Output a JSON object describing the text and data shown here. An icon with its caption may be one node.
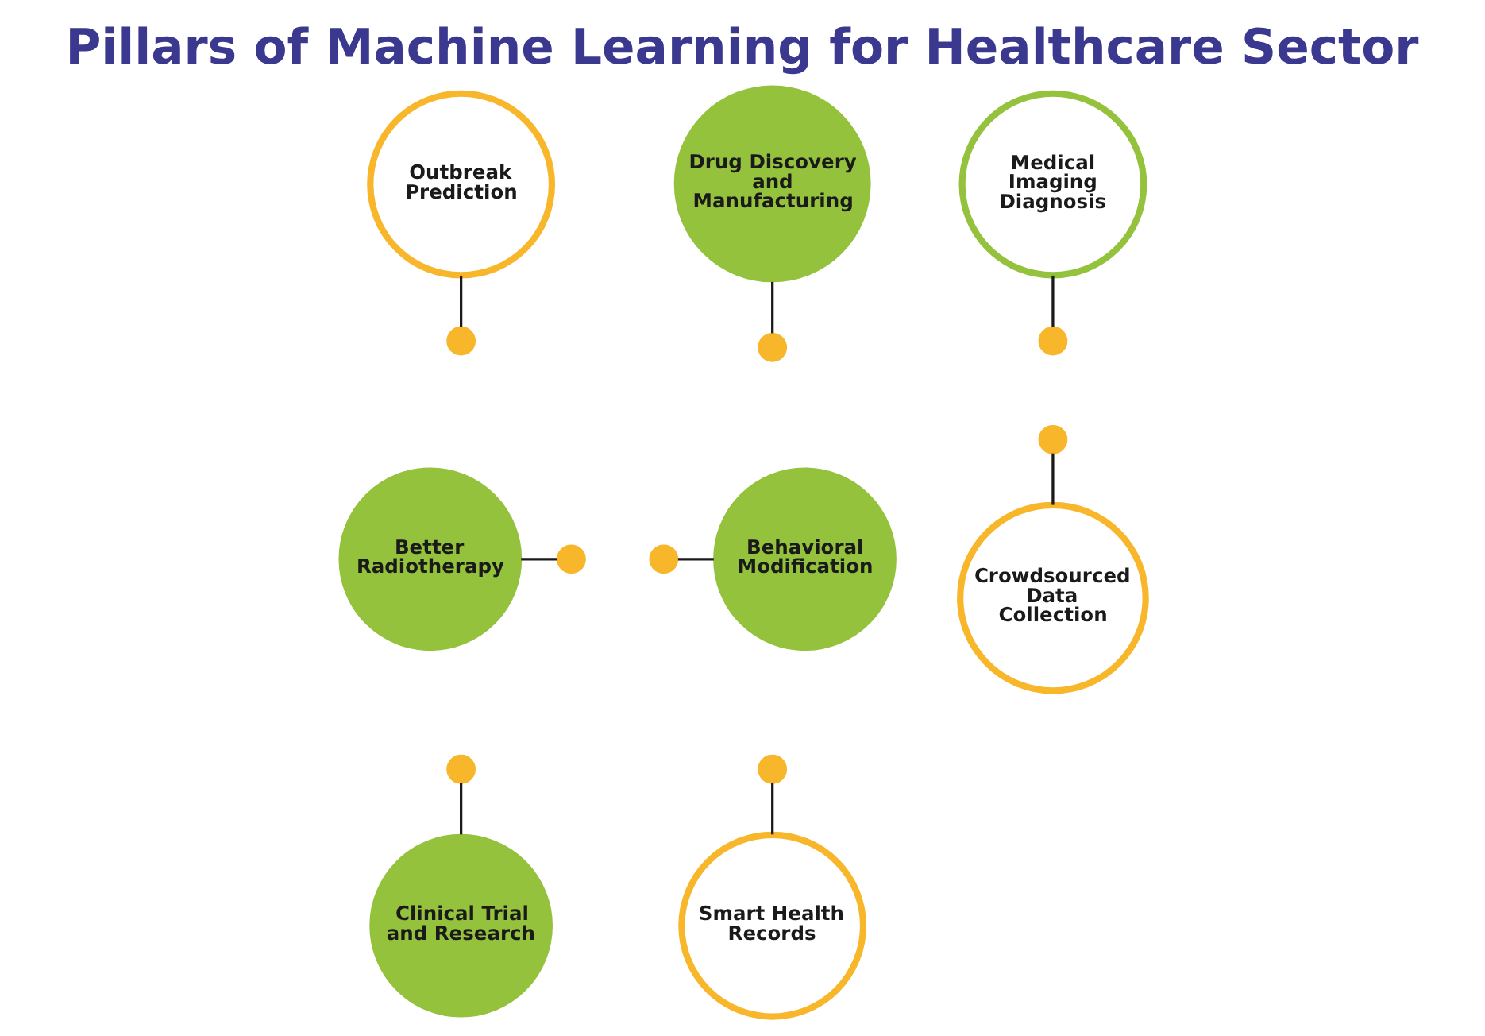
{
  "diagram": {
    "title": "Pillars of Machine Learning for Healthcare Sector",
    "nodes": [
      {
        "text": [
          "Outbreak Prediction"
        ]
      },
      {
        "text": [
          "Drug Discovery and Manufacturing"
        ]
      },
      {
        "text": [
          "Medical Imaging Diagnosis"
        ]
      },
      {
        "text": [
          "Better Radiotherapy"
        ]
      },
      {
        "text": [
          "Behavioral Modification"
        ]
      },
      {
        "text": [
          "Crowdsourced Data Collection"
        ]
      },
      {
        "text": [
          "Clinical Trial and Research"
        ]
      },
      {
        "text": [
          "Smart Health Records"
        ]
      },
      {
        "text": [],
        "shape": "circle"
      },
      {
        "text": [],
        "shape": "circle"
      },
      {
        "text": [],
        "shape": "circle"
      },
      {
        "text": [],
        "shape": "circle"
      },
      {
        "text": [],
        "shape": "circle"
      },
      {
        "text": [],
        "shape": "circle"
      },
      {
        "text": [],
        "shape": "circle"
      },
      {
        "text": [],
        "shape": "circle"
      }
    ],
    "edges": [
      {
        "from": 0,
        "to": 8,
        "arrow": "none"
      },
      {
        "from": 1,
        "to": 9,
        "arrow": "none"
      },
      {
        "from": 2,
        "to": 10,
        "arrow": "none"
      },
      {
        "from": 3,
        "to": 11,
        "arrow": "none"
      },
      {
        "from": 12,
        "to": 4,
        "arrow": "none"
      },
      {
        "from": 13,
        "to": 5,
        "arrow": "none"
      },
      {
        "from": 14,
        "to": 6,
        "arrow": "none"
      },
      {
        "from": 15,
        "to": 7,
        "arrow": "none"
      }
    ]
  }
}
